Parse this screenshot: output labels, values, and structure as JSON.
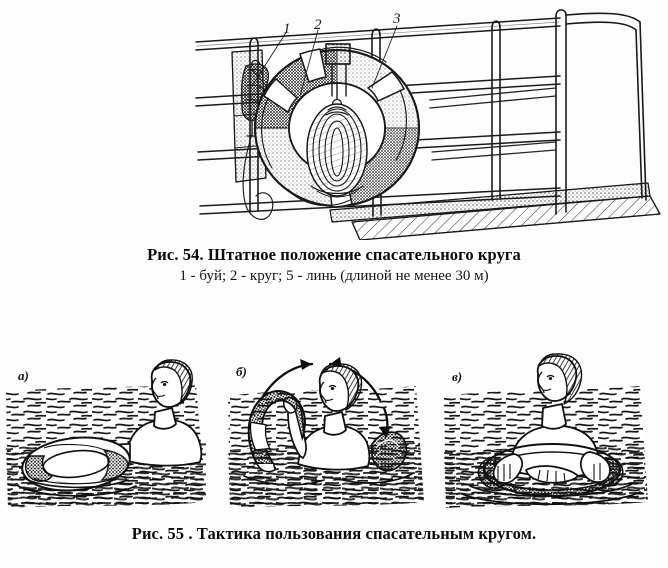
{
  "page": {
    "background_color": "#fdfdfe",
    "ink_color": "#111111"
  },
  "figure54": {
    "alt": "Штатное положение спасательного круга на леерном ограждении судна",
    "callouts": [
      {
        "id": "1",
        "label": "1",
        "refers_to": "буй"
      },
      {
        "id": "2",
        "label": "2",
        "refers_to": "круг"
      },
      {
        "id": "3",
        "label": "3",
        "refers_to": "линь"
      }
    ],
    "caption": {
      "title": "Рис. 54. Штатное положение спасательного круга",
      "subtitle": "1 - буй; 2 - круг; 5 - линь (длиной не менее 30 м)"
    }
  },
  "figure55": {
    "alt": "Тактика пользования спасательным кругом — три этапа",
    "panels": [
      {
        "label": "а)",
        "description": "пловец держится за круг перед собой"
      },
      {
        "label": "б)",
        "description": "круг переносится через голову"
      },
      {
        "label": "в)",
        "description": "круг надет на туловище"
      }
    ],
    "caption": {
      "title": "Рис. 55 . Тактика пользования спасательным кругом."
    }
  }
}
